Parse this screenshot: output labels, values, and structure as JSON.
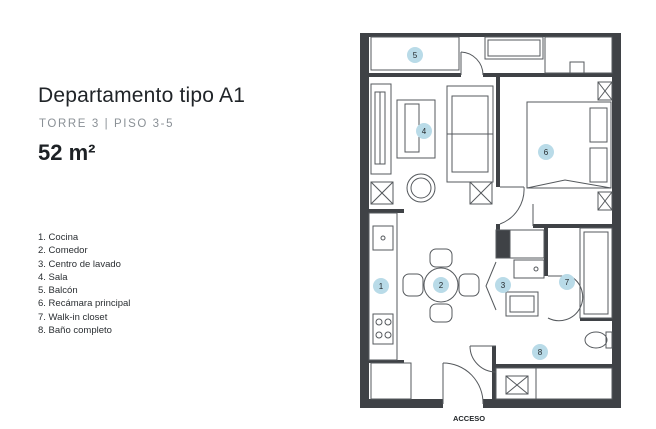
{
  "heading": {
    "title": "Departamento tipo A1",
    "subtitle": "TORRE 3 | PISO 3-5",
    "area": "52 m²"
  },
  "legend": [
    "1. Cocina",
    "2. Comedor",
    "3. Centro de lavado",
    "4. Sala",
    "5. Balcón",
    "6. Recámara principal",
    "7. Walk-in closet",
    "8. Baño completo"
  ],
  "plan": {
    "markers": [
      "5",
      "4",
      "6",
      "1",
      "2",
      "3",
      "7",
      "8"
    ],
    "entrance_label": "ACCESO"
  },
  "colors": {
    "wall": "#3f4246",
    "fixture": "#55595d",
    "marker": "#b9dbe8",
    "text": "#1f2326"
  }
}
